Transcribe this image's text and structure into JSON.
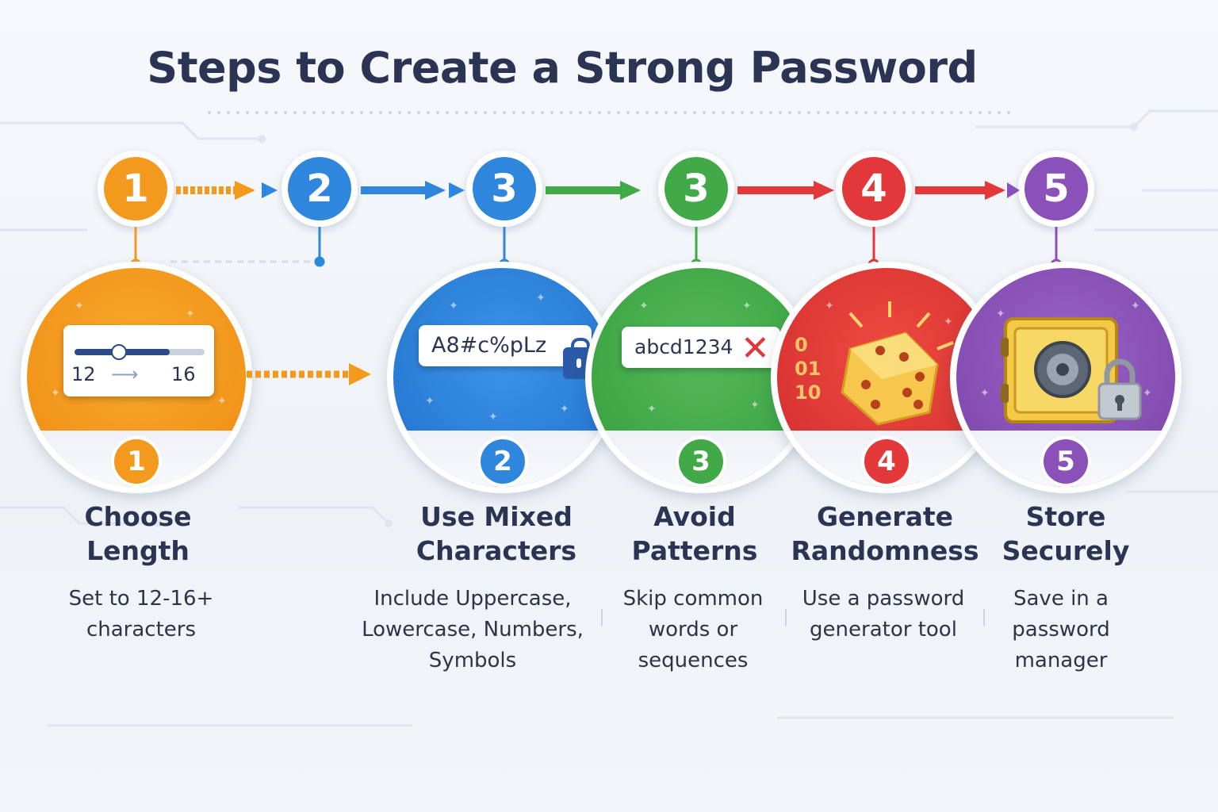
{
  "title": "Steps to Create a Strong Password",
  "colors": {
    "orange": "#f39a1e",
    "blue": "#2f87dd",
    "green": "#41a948",
    "red": "#e2383a",
    "purple": "#8a52b8",
    "title_text": "#2b3553"
  },
  "top_badges": [
    {
      "number": "1",
      "color": "#f39a1e"
    },
    {
      "number": "2",
      "color": "#2f87dd"
    },
    {
      "number": "3",
      "color": "#2f87dd"
    },
    {
      "number": "3",
      "color": "#41a948"
    },
    {
      "number": "4",
      "color": "#e2383a"
    },
    {
      "number": "5",
      "color": "#8a52b8"
    }
  ],
  "steps": [
    {
      "number": "1",
      "color": "#f39a1e",
      "title": "Choose Length",
      "title_lines": [
        "Choose",
        "Length"
      ],
      "desc_lines": [
        "Set to 12-16+",
        "characters"
      ],
      "illustration": "length-slider",
      "slider_min_label": "12",
      "slider_max_label": "16"
    },
    {
      "number": "2",
      "color": "#2f87dd",
      "title": "Use Mixed Characters",
      "title_lines": [
        "Use Mixed",
        "Characters"
      ],
      "desc_lines": [
        "Include Uppercase,",
        "Lowercase, Numbers,",
        "Symbols"
      ],
      "illustration": "password-field-lock",
      "example_password": "A8#c%pLz"
    },
    {
      "number": "3",
      "color": "#41a948",
      "title": "Avoid Patterns",
      "title_lines": [
        "Avoid",
        "Patterns"
      ],
      "desc_lines": [
        "Skip common",
        "words or",
        "sequences"
      ],
      "illustration": "rejected-password-field",
      "example_password": "abcd1234"
    },
    {
      "number": "4",
      "color": "#e2383a",
      "title": "Generate Randomness",
      "title_lines": [
        "Generate",
        "Randomness"
      ],
      "desc_lines": [
        "Use a password",
        "generator tool"
      ],
      "illustration": "dice",
      "binary_digits": [
        "0",
        "01",
        "10"
      ]
    },
    {
      "number": "5",
      "color": "#8a52b8",
      "title": "Store Securely",
      "title_lines": [
        "Store",
        "Securely"
      ],
      "desc_lines": [
        "Save in a",
        "password",
        "manager"
      ],
      "illustration": "safe-with-padlock"
    }
  ]
}
